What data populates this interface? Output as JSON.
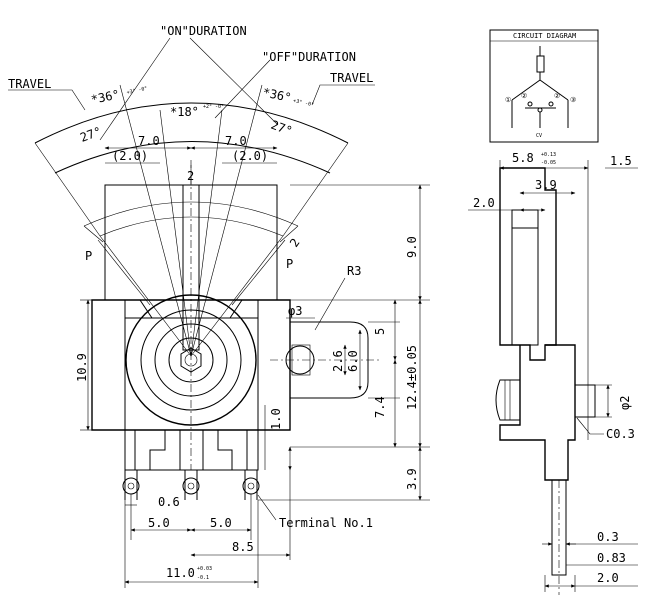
{
  "front_view": {
    "on_duration_label": "\"ON\"DURATION",
    "off_duration_label": "\"OFF\"DURATION",
    "travel_left_label": "TRAVEL",
    "travel_right_label": "TRAVEL",
    "travel_angle_left": "*36°",
    "travel_angle_left_tol": "+3° -0°",
    "travel_angle_right": "*36°",
    "travel_angle_right_tol": "+3° -0°",
    "center_angle": "*18°",
    "center_angle_tol": "+2° -0°",
    "angle_27_left": "27°",
    "angle_27_right": "27°",
    "dim_7_left": "7.0",
    "dim_7_right": "7.0",
    "dim_2_left": "(2.0)",
    "dim_2_right": "(2.0)",
    "dim_knob_2": "2",
    "dim_arc_2": "2",
    "p_left": "P",
    "p_right": "P",
    "dim_9": "9.0",
    "radius_r3": "R3",
    "dim_phi3": "φ3",
    "dim_5": "5",
    "dim_10_9": "10.9",
    "dim_2_6": "2.6",
    "dim_6_0": "6.0",
    "dim_12_4": "12.4±0.05",
    "dim_7_4": "7.4",
    "dim_1_0": "1.0",
    "dim_3_9": "3.9",
    "dim_0_6": "0.6",
    "dim_5_0_left": "5.0",
    "dim_5_0_right": "5.0",
    "terminal_label": "Terminal No.1",
    "dim_8_5": "8.5",
    "dim_11_0": "11.0",
    "dim_11_0_tol_upper": "+0.03",
    "dim_11_0_tol_lower": "-0.1"
  },
  "circuit_diagram": {
    "title": "CIRCUIT DIAGRAM",
    "pin_left": "①",
    "pin_right": "③",
    "pin_mid_left": "②",
    "pin_mid_right": "②",
    "pin_bottom": "CV"
  },
  "side_view": {
    "dim_5_8": "5.8",
    "dim_5_8_tol_upper": "+0.13",
    "dim_5_8_tol_lower": "-0.05",
    "dim_1_5": "1.5",
    "dim_3_9": "3.9",
    "dim_2_0": "2.0",
    "dim_phi2": "φ2",
    "chamfer": "C0.3",
    "dim_0_3": "0.3",
    "dim_0_83": "0.83",
    "dim_2_0_bottom": "2.0"
  }
}
